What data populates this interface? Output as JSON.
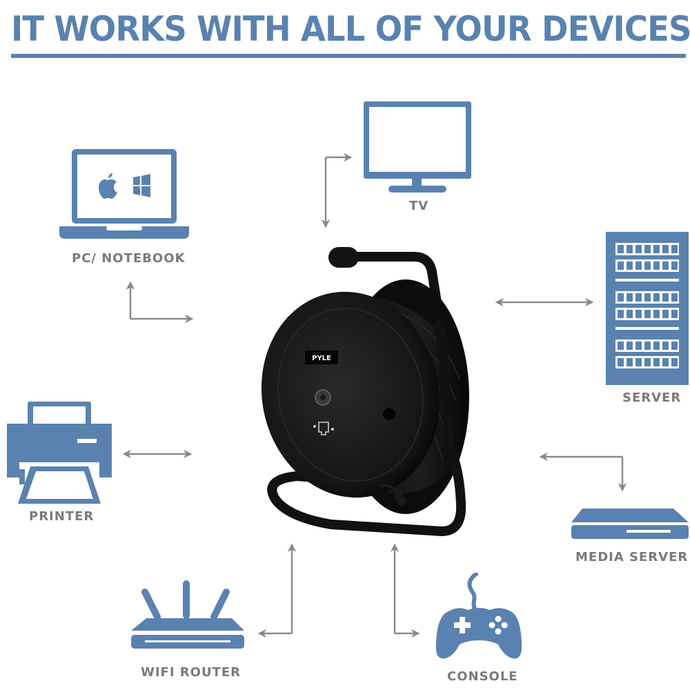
{
  "header": {
    "title": "IT WORKS WITH ALL OF YOUR DEVICES"
  },
  "colors": {
    "icon_blue": "#5a82b0",
    "label_gray": "#7a7a7a",
    "arrow_gray": "#8a8a8a",
    "reel_black": "#111111"
  },
  "center_product": {
    "brand_label": "PYLE",
    "description": "Ethernet cable reel on black metal stand"
  },
  "devices": {
    "pc": {
      "label": "PC/ NOTEBOOK",
      "icon": "laptop-icon",
      "sub_icons": [
        "apple-logo-icon",
        "windows-logo-icon"
      ]
    },
    "tv": {
      "label": "TV",
      "icon": "tv-monitor-icon"
    },
    "server": {
      "label": "SERVER",
      "icon": "server-rack-icon"
    },
    "printer": {
      "label": "PRINTER",
      "icon": "printer-icon"
    },
    "media_server": {
      "label": "MEDIA SERVER",
      "icon": "media-server-icon"
    },
    "wifi_router": {
      "label": "WIFI ROUTER",
      "icon": "wifi-router-icon"
    },
    "console": {
      "label": "CONSOLE",
      "icon": "gamepad-icon"
    }
  }
}
